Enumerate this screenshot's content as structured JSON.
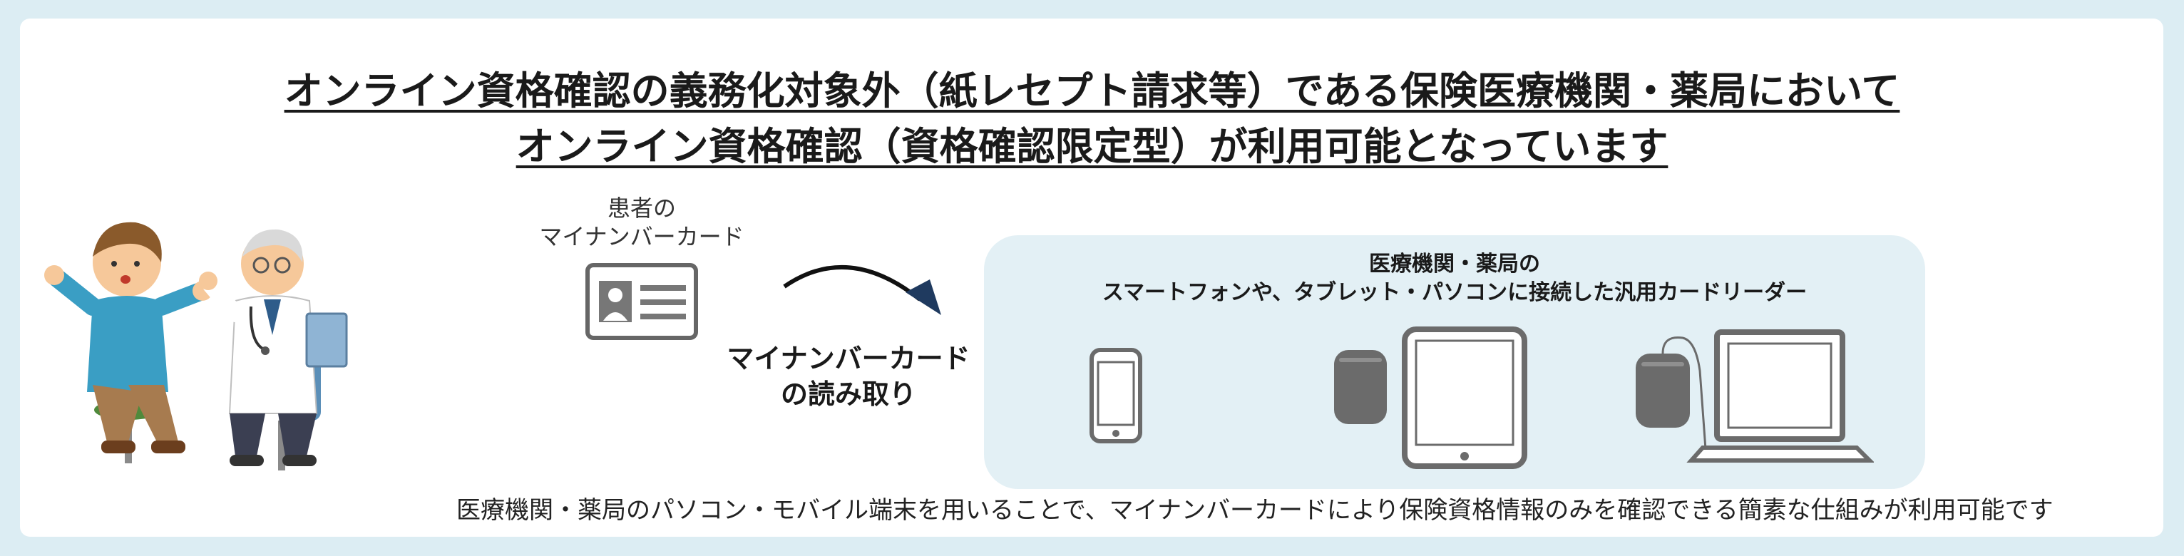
{
  "title": {
    "line1": "オンライン資格確認の義務化対象外（紙レセプト請求等）である保険医療機関・薬局において",
    "line2": "オンライン資格確認（資格確認限定型）が利用可能となっています"
  },
  "patient_card": {
    "label_line1": "患者の",
    "label_line2": "マイナンバーカード"
  },
  "card_reading": {
    "line1": "マイナンバーカード",
    "line2": "の読み取り"
  },
  "devices": {
    "title_line1": "医療機関・薬局の",
    "title_line2": "スマートフォンや、タブレット・パソコンに接続した汎用カードリーダー",
    "icons": [
      "smartphone-icon",
      "card-reader-icon",
      "tablet-icon",
      "card-reader-icon",
      "laptop-icon"
    ]
  },
  "footnote": "医療機関・薬局のパソコン・モバイル端末を用いることで、マイナンバーカードにより保険資格情報のみを確認できる簡素な仕組みが利用可能です",
  "colors": {
    "background": "#dcedf3",
    "device_panel": "#e3f0f5",
    "arrow_head": "#1f3a5f",
    "device_gray": "#6b6b6b"
  }
}
